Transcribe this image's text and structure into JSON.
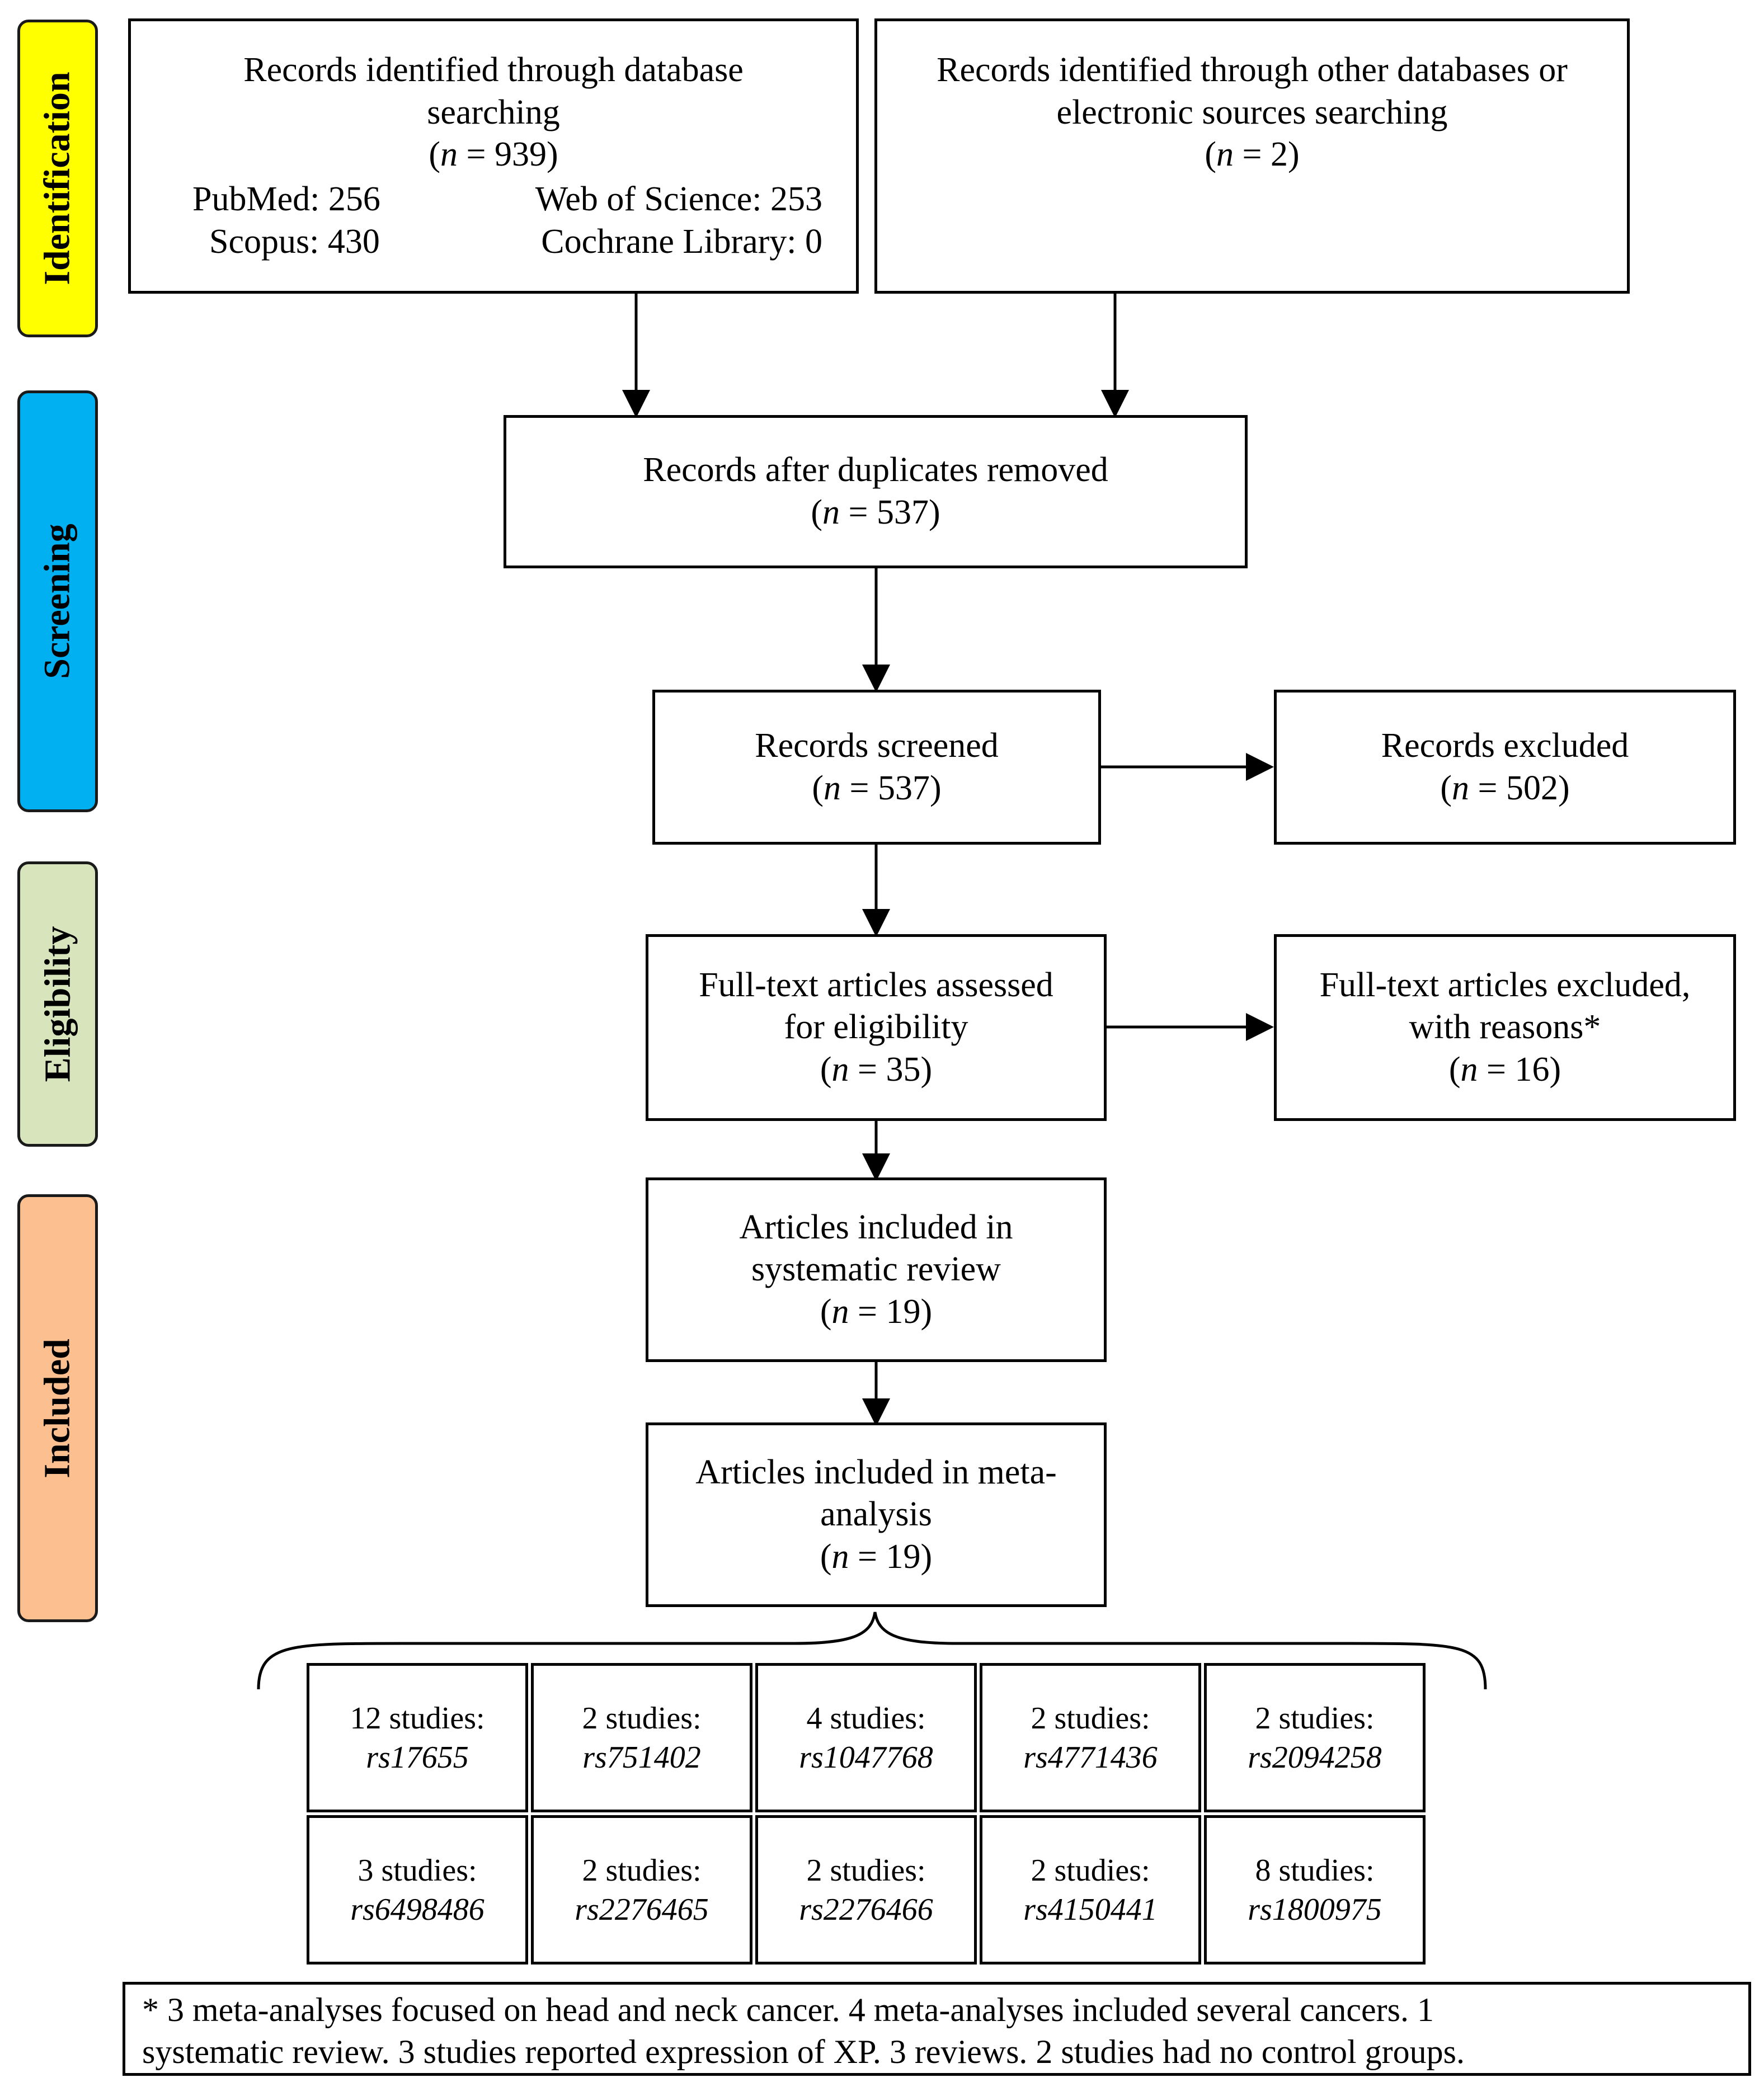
{
  "stages": [
    {
      "label": "Identification",
      "color": "#ffff00"
    },
    {
      "label": "Screening",
      "color": "#00b0f0"
    },
    {
      "label": "Eligibility",
      "color": "#d8e4bc"
    },
    {
      "label": "Included",
      "color": "#fcbf8f"
    }
  ],
  "boxes": {
    "db_search": {
      "line1": "Records identified through database",
      "line2": "searching",
      "n_prefix": "(",
      "n_var": "n",
      "n_suffix": " = 939)",
      "sources": {
        "pubmed": "PubMed: 256",
        "wos": "Web of Science: 253",
        "scopus": "Scopus: 430",
        "cochrane": "Cochrane Library: 0"
      }
    },
    "other_search": {
      "line1": "Records identified through other databases or",
      "line2": "electronic sources searching",
      "n_prefix": "(",
      "n_var": "n",
      "n_suffix": " = 2)"
    },
    "dedup": {
      "line1": "Records after duplicates removed",
      "n_prefix": "(",
      "n_var": "n",
      "n_suffix": " = 537)"
    },
    "screened": {
      "line1": "Records screened",
      "n_prefix": "(",
      "n_var": "n",
      "n_suffix": " = 537)"
    },
    "excluded": {
      "line1": "Records excluded",
      "n_prefix": "(",
      "n_var": "n",
      "n_suffix": " = 502)"
    },
    "fulltext": {
      "line1": "Full-text articles assessed",
      "line2": "for eligibility",
      "n_prefix": "(",
      "n_var": "n",
      "n_suffix": " = 35)"
    },
    "fulltext_excluded": {
      "line1": "Full-text articles excluded,",
      "line2": "with reasons*",
      "n_prefix": "(",
      "n_var": "n",
      "n_suffix": " = 16)"
    },
    "systematic": {
      "line1": "Articles included in",
      "line2": "systematic review",
      "n_prefix": "(",
      "n_var": "n",
      "n_suffix": " = 19)"
    },
    "meta": {
      "line1": "Articles included in meta-",
      "line2": "analysis",
      "n_prefix": "(",
      "n_var": "n",
      "n_suffix": " = 19)"
    }
  },
  "studies": [
    {
      "count": "12 studies:",
      "snp": "rs17655"
    },
    {
      "count": "2 studies:",
      "snp": "rs751402"
    },
    {
      "count": "4 studies:",
      "snp": "rs1047768"
    },
    {
      "count": "2 studies:",
      "snp": "rs4771436"
    },
    {
      "count": "2 studies:",
      "snp": "rs2094258"
    },
    {
      "count": "3 studies:",
      "snp": "rs6498486"
    },
    {
      "count": "2 studies:",
      "snp": "rs2276465"
    },
    {
      "count": "2 studies:",
      "snp": "rs2276466"
    },
    {
      "count": "2 studies:",
      "snp": "rs4150441"
    },
    {
      "count": "8 studies:",
      "snp": "rs1800975"
    }
  ],
  "footnote": {
    "line1": "* 3 meta-analyses focused on head and neck cancer. 4 meta-analyses included several cancers. 1",
    "line2": "systematic review. 3 studies reported expression of XP. 3 reviews. 2 studies had no control groups."
  }
}
